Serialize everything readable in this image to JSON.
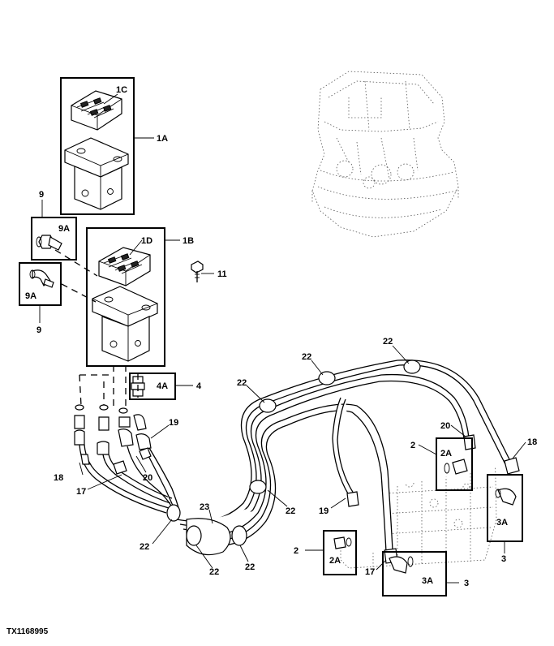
{
  "figure_id": "TX1168995",
  "callouts": {
    "c1A": "1A",
    "c1B": "1B",
    "c1C": "1C",
    "c1D": "1D",
    "c9_top": "9",
    "c9_bottom": "9",
    "c9A_top": "9A",
    "c9A_bottom": "9A",
    "c11": "11",
    "c4": "4",
    "c4A": "4A",
    "c22_a": "22",
    "c22_b": "22",
    "c22_c": "22",
    "c22_d": "22",
    "c22_e": "22",
    "c22_f": "22",
    "c22_g": "22",
    "c19_a": "19",
    "c19_b": "19",
    "c20_a": "20",
    "c20_b": "20",
    "c18_a": "18",
    "c18_b": "18",
    "c17_a": "17",
    "c17_b": "17",
    "c23": "23",
    "c2_a": "2",
    "c2_b": "2",
    "c2A_a": "2A",
    "c2A_b": "2A",
    "c3_a": "3",
    "c3_b": "3",
    "c3A_a": "3A",
    "c3A_b": "3A"
  }
}
